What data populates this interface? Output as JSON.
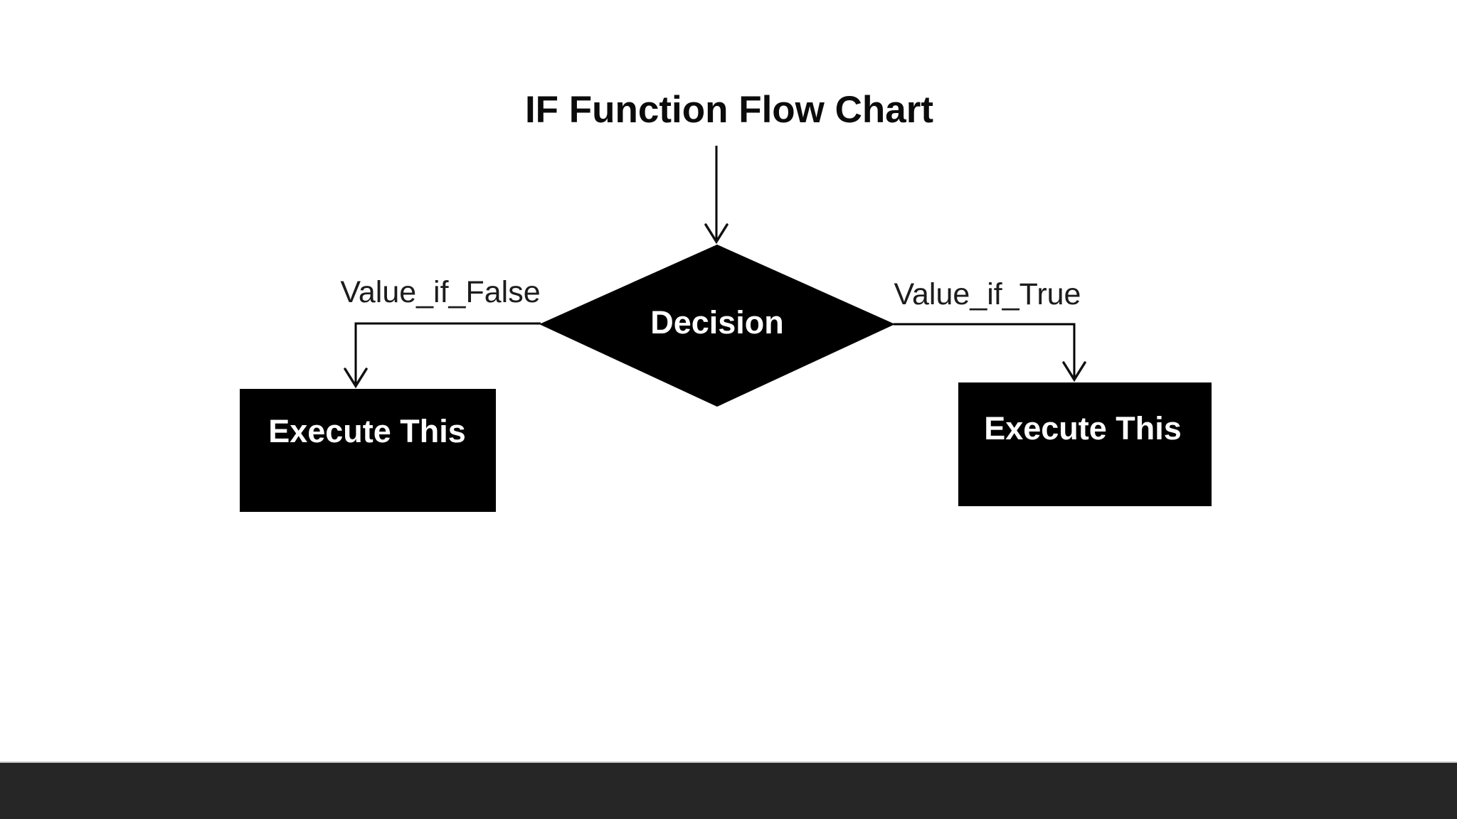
{
  "page": {
    "background_color": "#ffffff",
    "footer_bar_color": "#262626",
    "footer_bar_top_line_color": "#c9c9c9"
  },
  "title": "IF Function Flow Chart",
  "flowchart": {
    "line_color": "#000000",
    "decision_node": {
      "label": "Decision",
      "shape": "diamond",
      "fill_color": "#000000",
      "text_color": "#ffffff"
    },
    "false_branch": {
      "label": "Value_if_False",
      "target_node": {
        "label": "Execute This",
        "shape": "rectangle",
        "fill_color": "#000000",
        "text_color": "#ffffff"
      }
    },
    "true_branch": {
      "label": "Value_if_True",
      "target_node": {
        "label": "Execute This",
        "shape": "rectangle",
        "fill_color": "#000000",
        "text_color": "#ffffff"
      }
    }
  }
}
